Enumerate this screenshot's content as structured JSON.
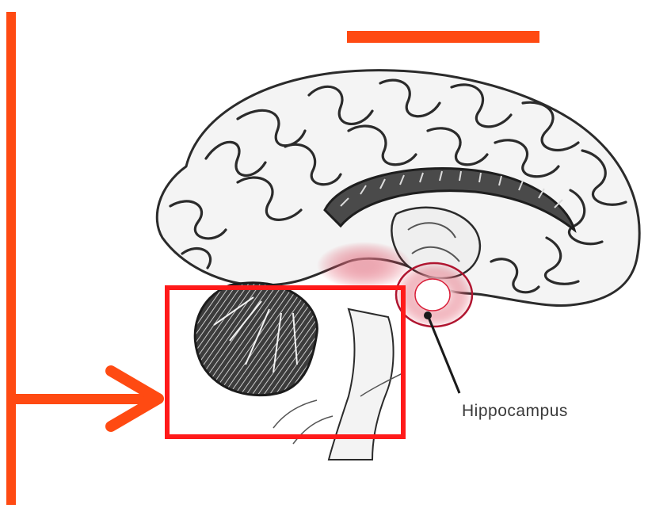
{
  "figure": {
    "structure_label": "Hippocampus",
    "annotation_color": "#ff4a12",
    "box_color": "#ff1a1a",
    "highlight_color": "#d9203a",
    "icons": [
      "brain-illustration",
      "arrow-right-icon",
      "highlight-box"
    ]
  }
}
